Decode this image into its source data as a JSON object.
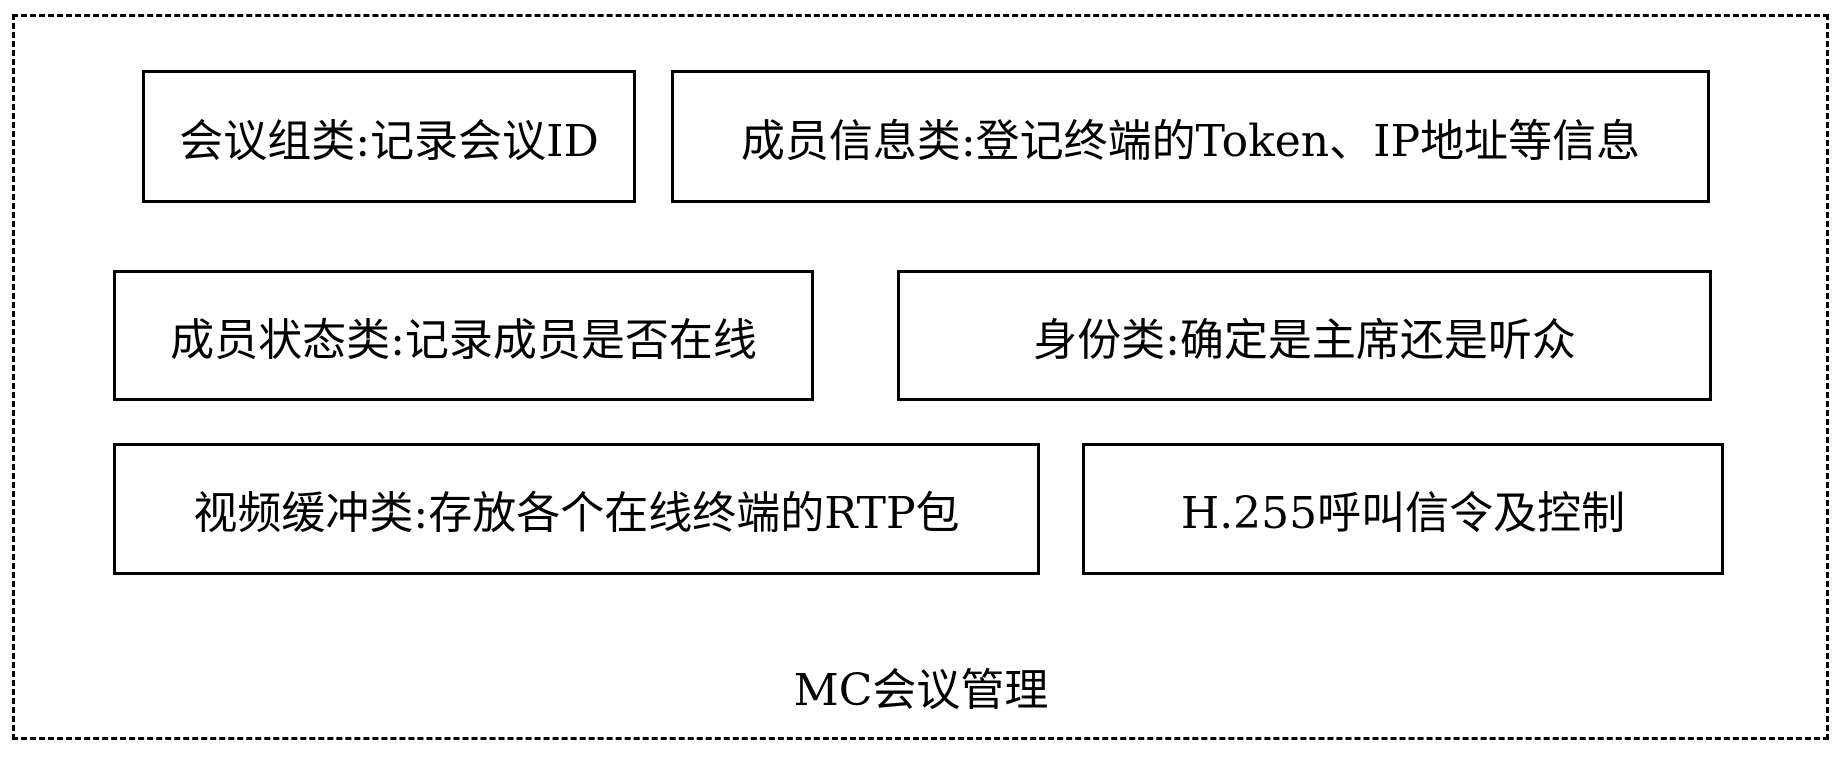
{
  "diagram": {
    "caption": "MC会议管理",
    "modules": [
      "会议组类:记录会议ID",
      "成员信息类:登记终端的Token、IP地址等信息",
      "成员状态类:记录成员是否在线",
      "身份类:确定是主席还是听众",
      "视频缓冲类:存放各个在线终端的RTP包",
      "H.255呼叫信令及控制"
    ]
  }
}
